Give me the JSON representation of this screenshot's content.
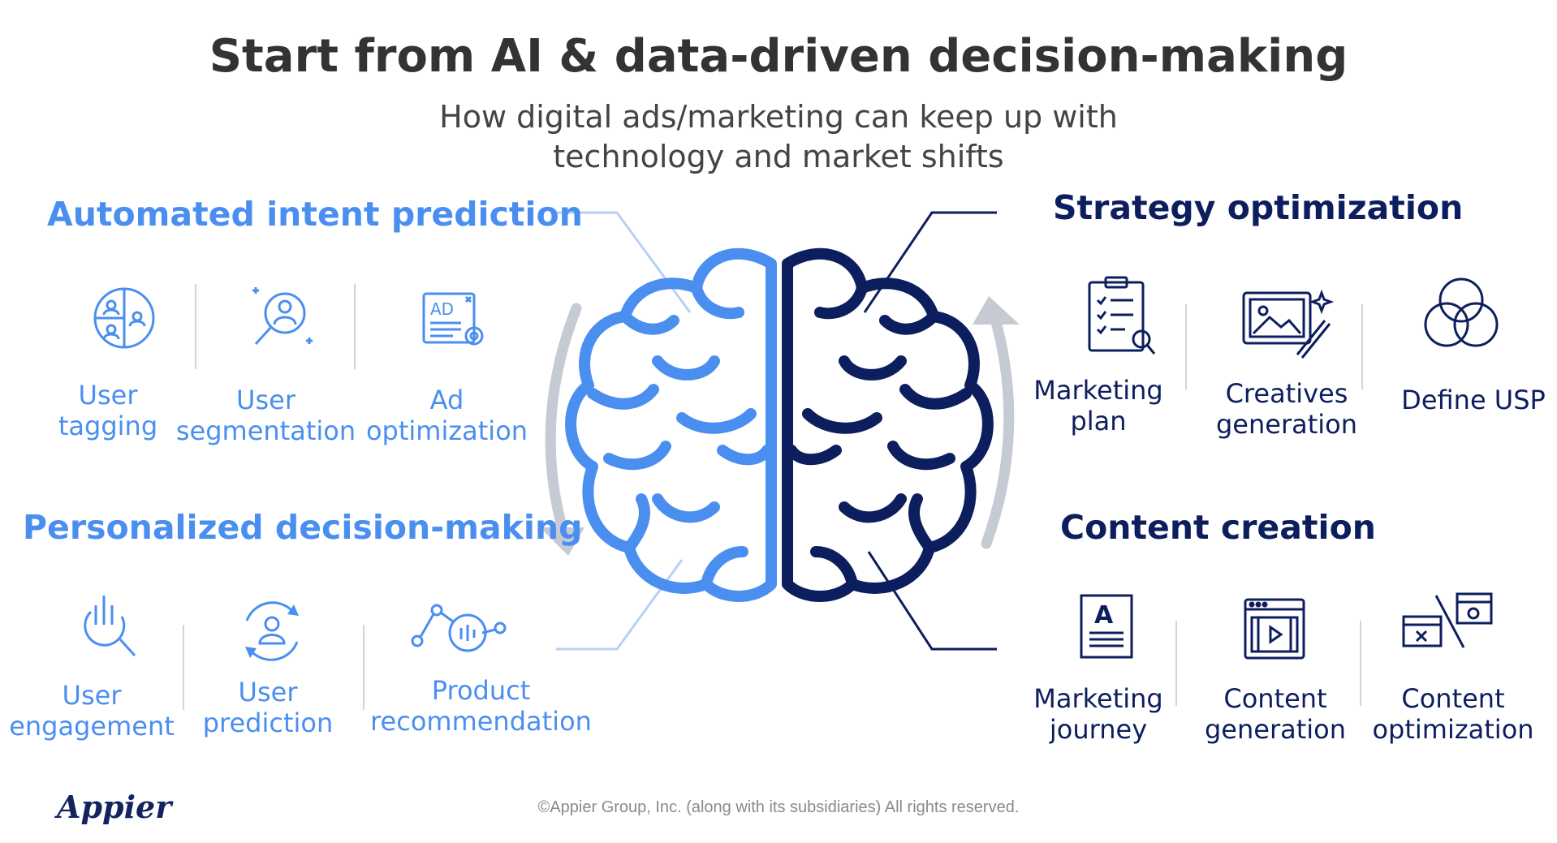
{
  "title": "Start from AI & data-driven decision-making",
  "subtitle": {
    "line1": "How digital ads/marketing can keep up with",
    "line2": "technology and market shifts"
  },
  "left": {
    "intent": {
      "title": "Automated intent prediction",
      "items": [
        {
          "icon": "user-tagging-icon",
          "line1": "User",
          "line2": "tagging"
        },
        {
          "icon": "user-segmentation-icon",
          "line1": "User",
          "line2": "segmentation"
        },
        {
          "icon": "ad-optimization-icon",
          "line1": "Ad",
          "line2": "optimization"
        }
      ]
    },
    "decision": {
      "title": "Personalized decision-making",
      "items": [
        {
          "icon": "user-engagement-icon",
          "line1": "User",
          "line2": "engagement"
        },
        {
          "icon": "user-prediction-icon",
          "line1": "User",
          "line2": "prediction"
        },
        {
          "icon": "product-recommendation-icon",
          "line1": "Product",
          "line2": "recommendation"
        }
      ]
    }
  },
  "right": {
    "strategy": {
      "title": "Strategy optimization",
      "items": [
        {
          "icon": "marketing-plan-icon",
          "line1": "Marketing",
          "line2": "plan"
        },
        {
          "icon": "creatives-generation-icon",
          "line1": "Creatives",
          "line2": "generation"
        },
        {
          "icon": "define-usp-icon",
          "line1": "Define USP",
          "line2": ""
        }
      ]
    },
    "content": {
      "title": "Content creation",
      "items": [
        {
          "icon": "marketing-journey-icon",
          "line1": "Marketing",
          "line2": "journey"
        },
        {
          "icon": "content-generation-icon",
          "line1": "Content",
          "line2": "generation"
        },
        {
          "icon": "content-optimization-icon",
          "line1": "Content",
          "line2": "optimization"
        }
      ]
    }
  },
  "colors": {
    "light_blue": "#4a8ff0",
    "navy": "#0d1e5e",
    "title_gray": "#333333",
    "arrow_gray": "#c5cad3"
  },
  "logo": "Appier",
  "footer": "©Appier Group, Inc. (along with its subsidiaries) All rights reserved."
}
